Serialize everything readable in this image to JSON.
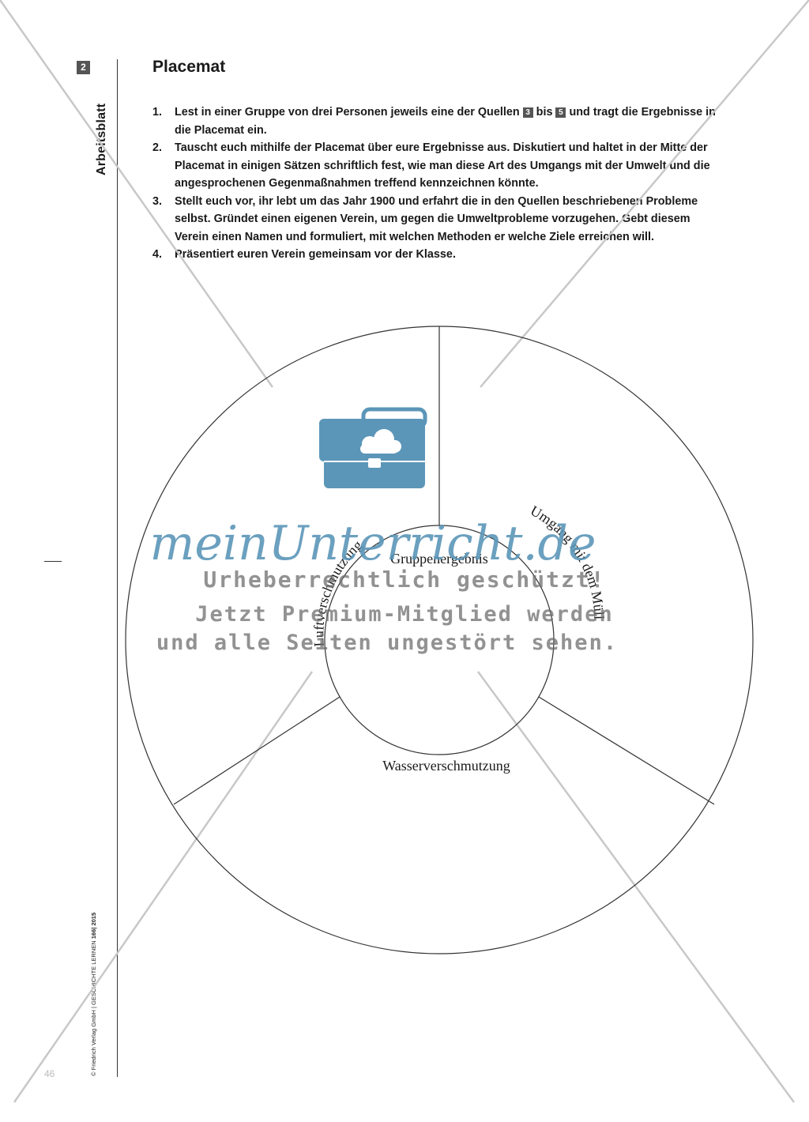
{
  "sheet": {
    "number": "2",
    "label": "Arbeitsblatt",
    "page_number": "46",
    "copyright_prefix": "© Friedrich Verlag GmbH | GESCHICHTE LERNEN ",
    "copyright_issue": "166| 2015"
  },
  "title": "Placemat",
  "tasks": [
    {
      "num": "1.",
      "before": "Lest in einer Gruppe von drei Personen jeweils eine der Quellen ",
      "ref1": "3",
      "middle": " bis ",
      "ref2": "5",
      "after": " und tragt die Ergebnisse in die Placemat ein."
    },
    {
      "num": "2.",
      "text": "Tauscht euch mithilfe der Placemat über eure Ergebnisse aus. Diskutiert und haltet in der Mitte der Placemat in einigen Sätzen schriftlich fest, wie man diese Art des Umgangs mit der Umwelt und die angesprochenen Gegenmaßnahmen treffend kennzeichnen könnte."
    },
    {
      "num": "3.",
      "text": "Stellt euch vor, ihr lebt um das Jahr 1900 und erfahrt die in den Quellen beschriebenen Probleme selbst. Gründet einen eigenen Verein, um gegen die Umweltprobleme vorzugehen. Gebt diesem Verein einen Namen und formuliert, mit welchen Methoden er welche Ziele erreichen will."
    },
    {
      "num": "4.",
      "text": "Präsentiert euren Verein gemeinsam vor der Klasse."
    }
  ],
  "placemat": {
    "center": "Gruppenergebnis",
    "segments": [
      "Luftverschmutzung",
      "Umgang mit dem Müll",
      "Wasserverschmutzung"
    ]
  },
  "watermark": {
    "brand": "meinUnterricht.de",
    "line1": "Urheberrechtlich geschützt!",
    "line2": "Jetzt Premium-Mitglied werden",
    "line3": "und alle Seiten ungestört sehen."
  },
  "colors": {
    "watermark_blue": "#5b96b8",
    "ink": "#1a1a1a"
  }
}
